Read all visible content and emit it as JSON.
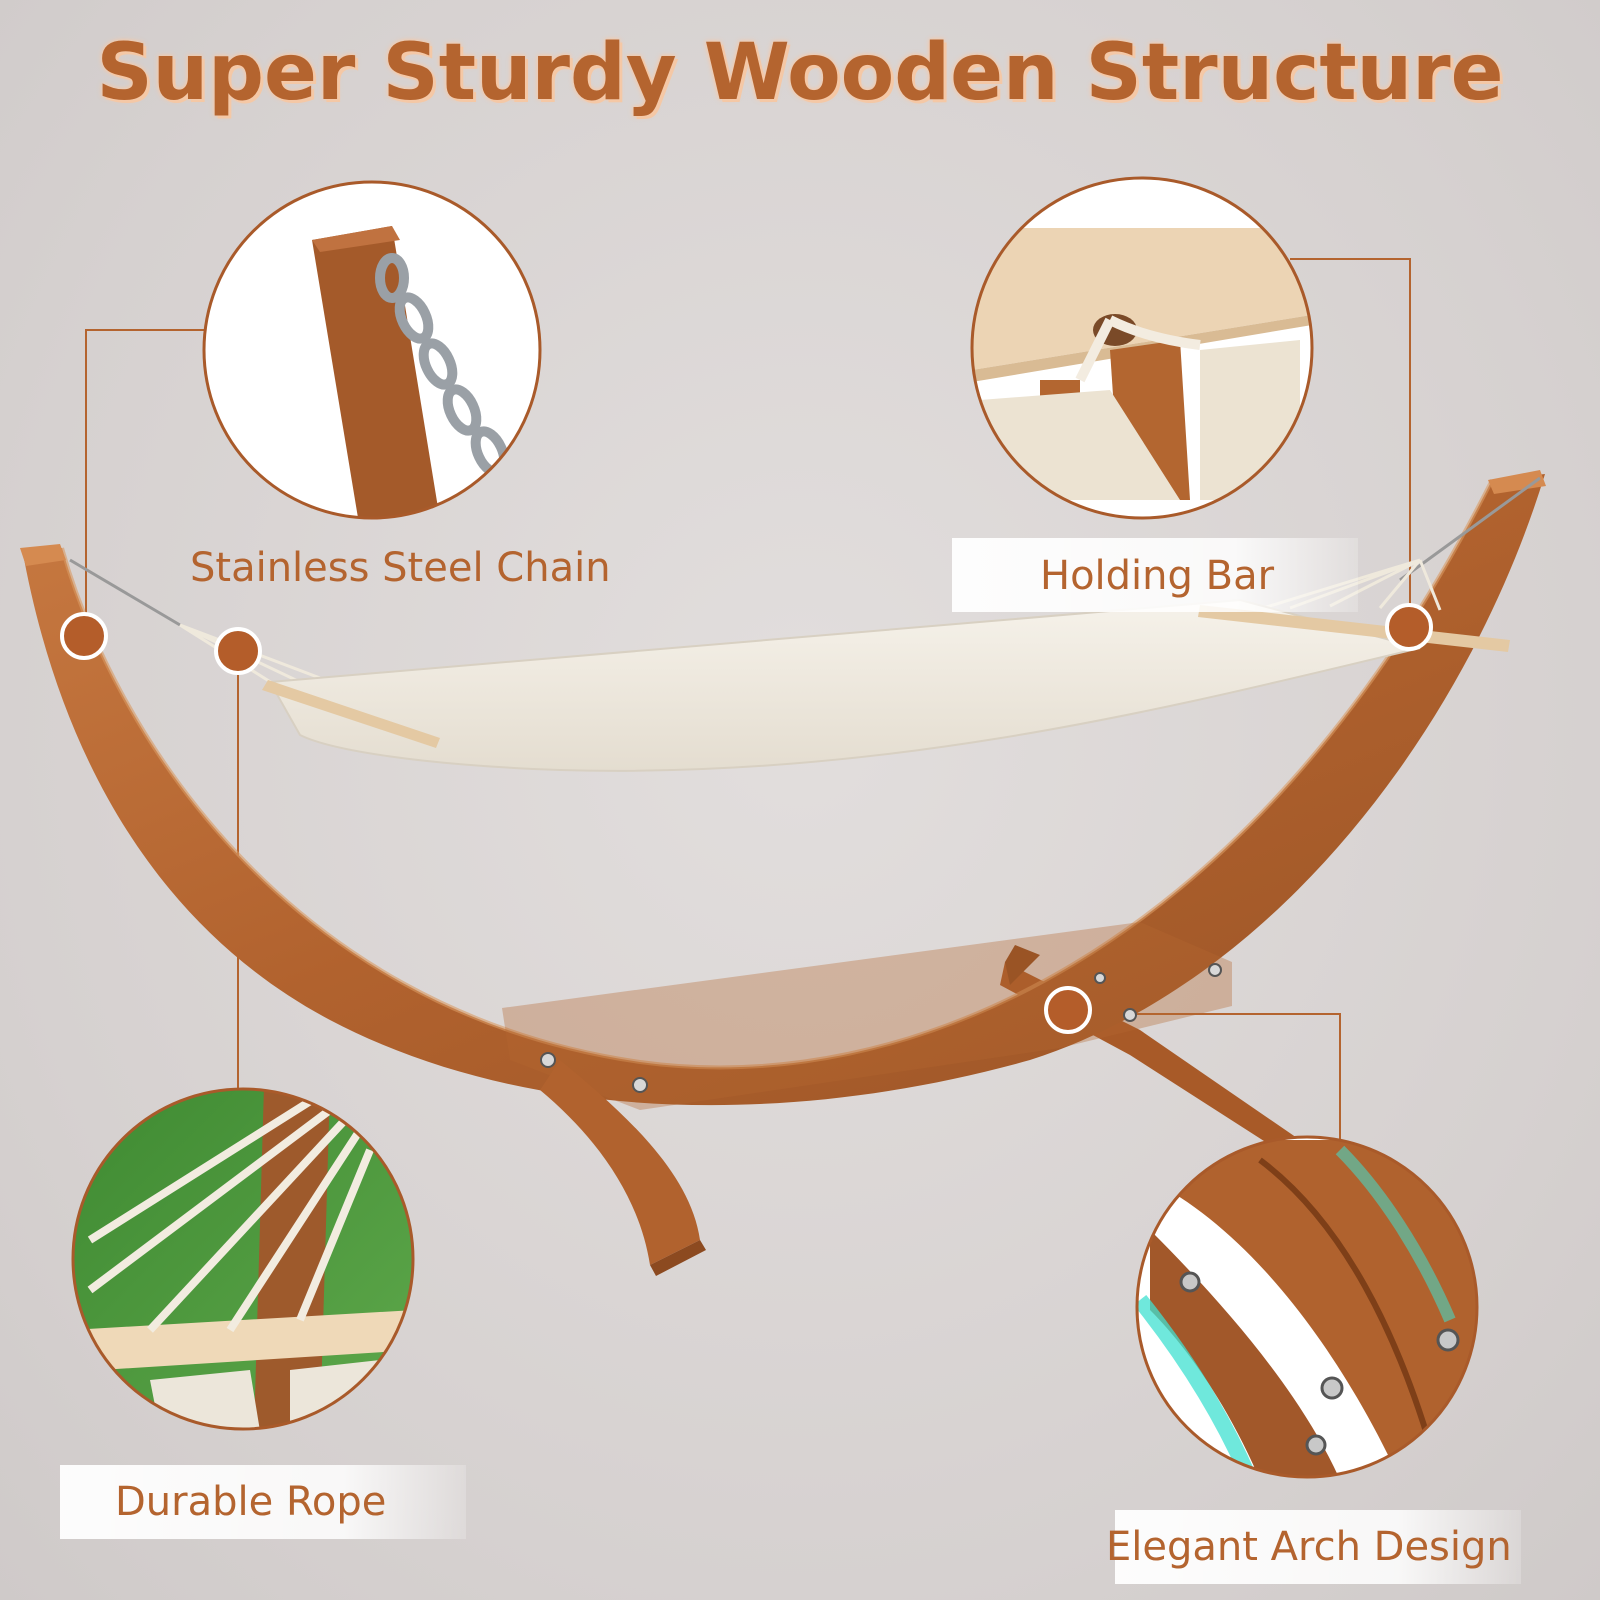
{
  "title": "Super Sturdy Wooden Structure",
  "callouts": {
    "chain": "Stainless Steel Chain",
    "bar": "Holding Bar",
    "rope": "Durable Rope",
    "arch": "Elegant Arch Design"
  },
  "colors": {
    "accent": "#b4642f",
    "marker": "#b45d2a",
    "wood": "#b86a36",
    "background": "#d9d4d3",
    "fabric": "#f2ede3"
  }
}
